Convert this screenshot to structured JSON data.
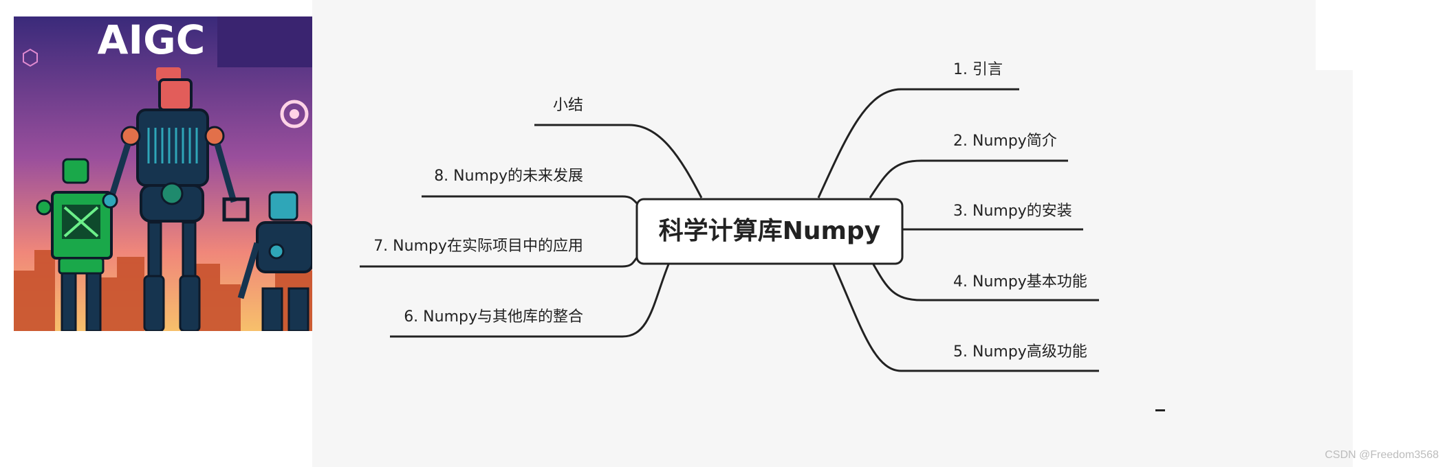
{
  "banner": {
    "title": "AIGC"
  },
  "mindmap": {
    "root": "科学计算库Numpy",
    "right_branches": [
      "1. 引言",
      "2. Numpy简介",
      "3. Numpy的安装",
      "4. Numpy基本功能",
      "5. Numpy高级功能"
    ],
    "left_branches": [
      "小结",
      "8. Numpy的未来发展",
      "7. Numpy在实际项目中的应用",
      "6. Numpy与其他库的整合"
    ]
  },
  "watermark": "CSDN @Freedom3568",
  "colors": {
    "line": "#222222",
    "canvas": "#f6f6f6",
    "banner_sky_top": "#3a2a7a",
    "banner_sky_bottom": "#f7a96b"
  }
}
